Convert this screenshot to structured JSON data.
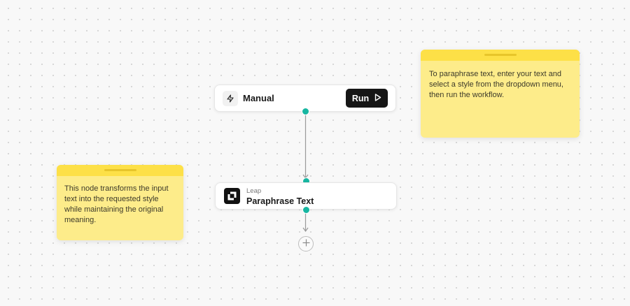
{
  "nodes": {
    "manual": {
      "title": "Manual",
      "icon": "lightning-icon",
      "run_label": "Run"
    },
    "leap": {
      "subtitle": "Leap",
      "title": "Paraphrase Text",
      "icon": "leap-logo-icon"
    }
  },
  "sticky_notes": {
    "left": {
      "text": "This node transforms the input text into the requested style while maintaining the original meaning."
    },
    "right": {
      "text": "To paraphrase text, enter your text and select a style from the dropdown menu, then run the workflow."
    }
  },
  "colors": {
    "handle": "#17b6a1",
    "sticky_body": "#fdec8a",
    "sticky_header": "#fde047",
    "run_button": "#161616"
  }
}
